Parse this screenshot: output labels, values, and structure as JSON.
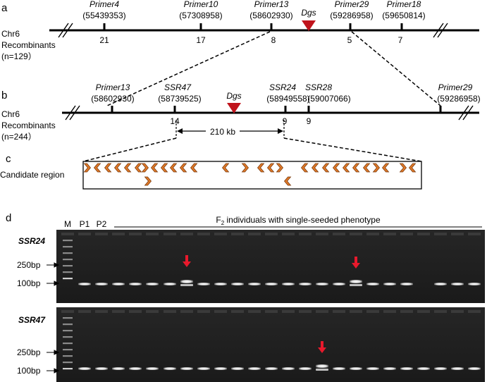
{
  "panel_a": {
    "label": "a",
    "chromosome": "Chr6",
    "row_label": "Recombinants",
    "n": "(n=129）",
    "gene": "Dgs",
    "markers": [
      {
        "name": "Primer4",
        "position": "(55439353)",
        "recombinants": "21"
      },
      {
        "name": "Primer10",
        "position": "(57308958)",
        "recombinants": "17"
      },
      {
        "name": "Primer13",
        "position": "(58602930)",
        "recombinants": "8"
      },
      {
        "name": "Primer29",
        "position": "(59286958)",
        "recombinants": "5"
      },
      {
        "name": "Primer18",
        "position": "(59650814)",
        "recombinants": "7"
      }
    ]
  },
  "panel_b": {
    "label": "b",
    "chromosome": "Chr6",
    "row_label": "Recombinants",
    "n": "(n=244）",
    "gene": "Dgs",
    "interval": "210 kb",
    "markers": [
      {
        "name": "Primer13",
        "position": "(58602930)",
        "recombinants": ""
      },
      {
        "name": "SSR47",
        "position": "(58739525)",
        "recombinants": "14"
      },
      {
        "name": "SSR24",
        "position": "(58949558)",
        "recombinants": "9"
      },
      {
        "name": "SSR28",
        "position": "(59007066)",
        "recombinants": "9"
      },
      {
        "name": "Primer29",
        "position": "(59286958)",
        "recombinants": ""
      }
    ]
  },
  "panel_c": {
    "label": "c",
    "title": "Candidate region",
    "gene_color": "#e07a2a"
  },
  "panel_d": {
    "label": "d",
    "lane_labels": {
      "marker": "M",
      "p1": "P1",
      "p2": "P2"
    },
    "f2_prefix": "F",
    "f2_sub": "2",
    "f2_suffix": " individuals with single-seeded phenotype",
    "gels": [
      {
        "marker": "SSR24",
        "size_high": "250bp",
        "size_low": "100bp"
      },
      {
        "marker": "SSR47",
        "size_high": "250bp",
        "size_low": "100bp"
      }
    ],
    "arrow_color": "#e8192c"
  }
}
